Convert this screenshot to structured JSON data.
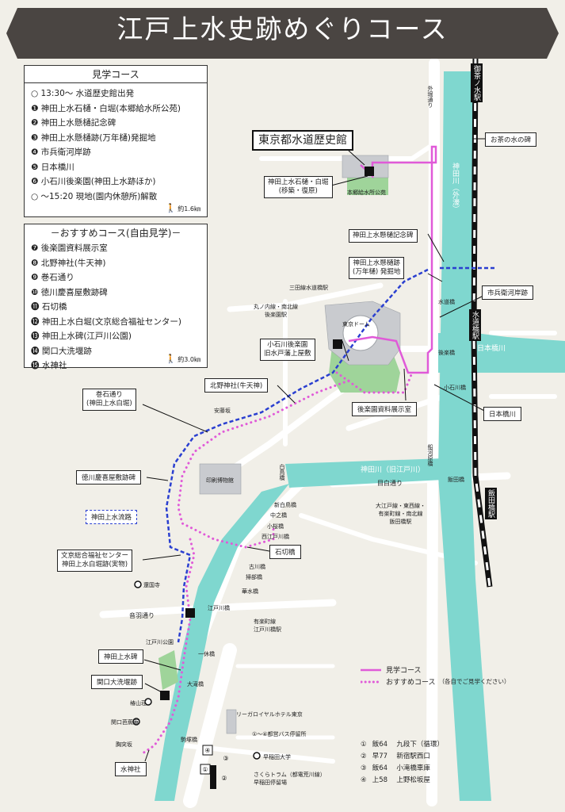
{
  "title": "江戸上水史跡めぐりコース",
  "course_box": {
    "heading": "見学コース",
    "items": [
      "○ 13:30～ 水道歴史館出発",
      "❶ 神田上水石樋・白堀(本郷給水所公苑)",
      "❷ 神田上水懸樋記念碑",
      "❸ 神田上水懸樋跡(万年樋)発掘地",
      "❹ 市兵衛河岸跡",
      "❺ 日本橋川",
      "❻ 小石川後楽園(神田上水跡ほか)",
      "○ ～15:20 現地(園内休憩所)解散"
    ],
    "distance": "約1.6㎞"
  },
  "recommended_box": {
    "heading": "－おすすめコース(自由見学)－",
    "items": [
      "❼ 後楽園資料展示室",
      "❽ 北野神社(牛天神)",
      "❾ 巻石通り",
      "❿ 徳川慶喜屋敷跡碑",
      "⓫ 石切橋",
      "⓬ 神田上水白堀(文京総合福祉センター)",
      "⓭ 神田上水碑(江戸川公園)",
      "⓮ 関口大洗堰跡",
      "⓯ 水神社"
    ],
    "distance": "約3.0㎞"
  },
  "map_labels": {
    "museum": "東京都水道歴史館",
    "sekihi": "神田上水石樋・白堀\n(移築・復原)",
    "hongo_park": "本郷給水所公苑",
    "kakehi_monument": "神田上水懸樋記念碑",
    "kakehi_site": "神田上水懸樋跡\n(万年樋) 発掘地",
    "ichibee": "市兵衛河岸跡",
    "nihonbashi_river": "日本橋川",
    "koishikawa": "小石川後楽園\n旧水戸藩上屋敷",
    "korakuen_room": "後楽園資料展示室",
    "kitano": "北野神社(牛天神)",
    "makiishi": "巻石通り\n(神田上水白堀)",
    "yoshinobu": "徳川慶喜屋敷跡碑",
    "josuiro": "神田上水流路",
    "ishikiri": "石切橋",
    "bunkyo": "文京総合福祉センター\n神田上水白堀跡(実物)",
    "josui_hi": "神田上水碑",
    "sekiguchi": "関口大洗堰跡",
    "suijin": "水神社",
    "ochanomizu_monument": "お茶の水の碑",
    "sotobori": "外堀通り",
    "ochanomizu_sta": "御茶ノ水駅",
    "suidobashi_sta": "水道橋駅",
    "iidabashi_sta": "飯田橋駅",
    "kandagawa": "神田川（外濠）",
    "kandagawa_old": "神田川（旧江戸川）",
    "nihonbashi_gawa": "日本橋川",
    "mita_sta": "三田線水道橋駅",
    "marunouchi": "丸ノ内線・南北線\n後楽園駅",
    "tokyo_dome": "東京ドーム",
    "suidobashi_br": "水道橋",
    "korakubashi": "後楽橋",
    "koishikawabashi": "小石川橋",
    "funagawara": "船河原橋",
    "iidabashi_br": "飯田橋",
    "mejiro_dori": "目白通り",
    "oedo": "大江戸線・東西線・\n有楽町線・南北線\n飯田橋駅",
    "insatsu": "印刷博物館",
    "ando": "安藤坂",
    "shiratori": "白鳥橋",
    "shinshiratori": "新白鳥橋",
    "nakanohashi": "中之橋",
    "kosakura": "小桜橋",
    "nishiedogawa": "西江戸川橋",
    "furukawa": "古川橋",
    "shinnohashi": "掃部橋",
    "hanamizu": "華水橋",
    "ekoji": "還国寺",
    "otowa": "音羽通り",
    "edogawabashi_br": "江戸川橋",
    "yurakucho": "有楽町線\n江戸川橋駅",
    "edogawa_park": "江戸川公園",
    "ikkyu": "一休橋",
    "ohashi": "大滝橋",
    "chinzanso": "椿山荘",
    "basho": "関口芭蕉庵",
    "komatsu": "駒塚橋",
    "munetsuki": "胸突坂",
    "rihga": "リーガロイヤルホテル東京",
    "bus_stop": "①～④都営バス停留所",
    "waseda_univ": "早稲田大学",
    "toden": "さくらトラム（都電荒川線）\n早稲田停留場"
  },
  "legend": {
    "main": "見学コース",
    "recommended": "おすすめコース",
    "recommended_note": "（各自でご見学ください）"
  },
  "bus_routes": [
    {
      "num": "①",
      "route": "飯64",
      "dest": "九段下（循環）"
    },
    {
      "num": "②",
      "route": "早77",
      "dest": "新宿駅西口"
    },
    {
      "num": "③",
      "route": "飯64",
      "dest": "小滝橋車庫"
    },
    {
      "num": "④",
      "route": "上58",
      "dest": "上野松坂屋"
    }
  ],
  "colors": {
    "main_route": "#e05ad8",
    "recommended_route": "#e05ad8",
    "water_pipe": "#2a3fd0",
    "river": "#7fd7cf",
    "banner": "#4a4542"
  }
}
